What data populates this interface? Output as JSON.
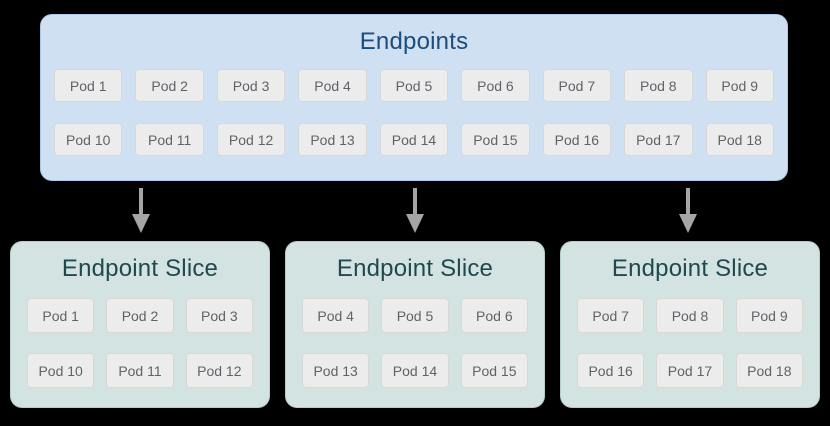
{
  "colors": {
    "background": "#000000",
    "endpoints_box_fill": "#cfe0f2",
    "endpoints_box_border": "#aec9e6",
    "endpoints_title_text": "#1b4d7d",
    "slice_box_fill": "#d3e3e1",
    "slice_box_border": "#b4cecb",
    "slice_title_text": "#20494f",
    "pod_fill": "#ececec",
    "pod_border": "#d8d8d8",
    "pod_text": "#5f6368",
    "arrow": "#a5a5a5"
  },
  "endpoints": {
    "title": "Endpoints",
    "rows": [
      [
        "Pod 1",
        "Pod 2",
        "Pod 3",
        "Pod 4",
        "Pod 5",
        "Pod 6",
        "Pod 7",
        "Pod 8",
        "Pod 9"
      ],
      [
        "Pod 10",
        "Pod 11",
        "Pod 12",
        "Pod 13",
        "Pod 14",
        "Pod 15",
        "Pod 16",
        "Pod 17",
        "Pod 18"
      ]
    ]
  },
  "slices": [
    {
      "title": "Endpoint Slice",
      "rows": [
        [
          "Pod 1",
          "Pod 2",
          "Pod 3"
        ],
        [
          "Pod 10",
          "Pod 11",
          "Pod 12"
        ]
      ]
    },
    {
      "title": "Endpoint Slice",
      "rows": [
        [
          "Pod 4",
          "Pod 5",
          "Pod 6"
        ],
        [
          "Pod 13",
          "Pod 14",
          "Pod 15"
        ]
      ]
    },
    {
      "title": "Endpoint Slice",
      "rows": [
        [
          "Pod 7",
          "Pod 8",
          "Pod 9"
        ],
        [
          "Pod 16",
          "Pod 17",
          "Pod 18"
        ]
      ]
    }
  ]
}
